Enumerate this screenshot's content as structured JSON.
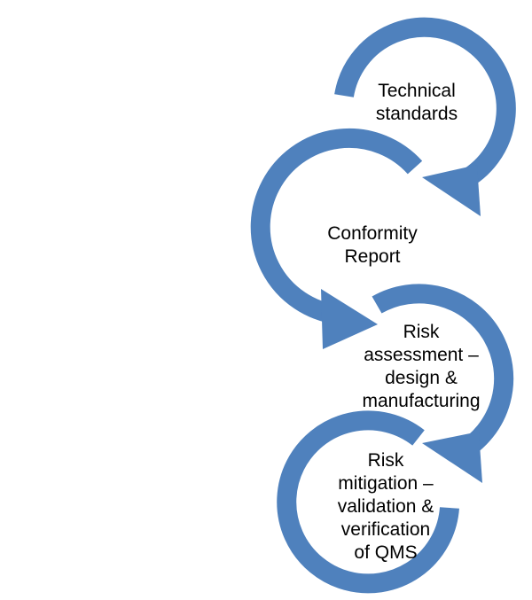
{
  "steps": [
    {
      "lines": [
        "Technical",
        "standards"
      ]
    },
    {
      "lines": [
        "Conformity",
        "Report"
      ]
    },
    {
      "lines": [
        "Risk",
        "assessment –",
        "design &",
        "manufacturing"
      ]
    },
    {
      "lines": [
        "Risk",
        "mitigation –",
        "validation &",
        "verification",
        "of QMS"
      ]
    }
  ],
  "colors": {
    "arrow": "#4f81bd",
    "text": "#000000",
    "background": "#ffffff"
  }
}
